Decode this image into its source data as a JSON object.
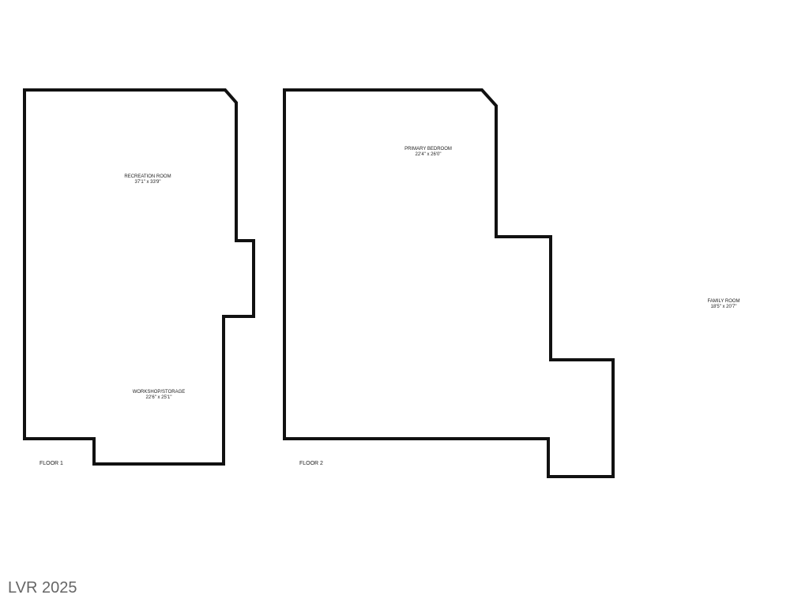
{
  "floors": [
    {
      "label": "FLOOR 1",
      "rooms": [
        {
          "name": "RECREATION ROOM",
          "dims": "37'1\" x 33'9\""
        },
        {
          "name": "WORKSHOP/STORAGE",
          "dims": "22'6\" x 25'1\""
        }
      ]
    },
    {
      "label": "FLOOR 2",
      "rooms": [
        {
          "name": "PRIMARY BEDROOM",
          "dims": "22'4\" x 26'0\""
        },
        {
          "name": "FAMILY ROOM",
          "dims": "18'5\" x 20'7\""
        }
      ]
    }
  ],
  "watermark": "LVR 2025"
}
